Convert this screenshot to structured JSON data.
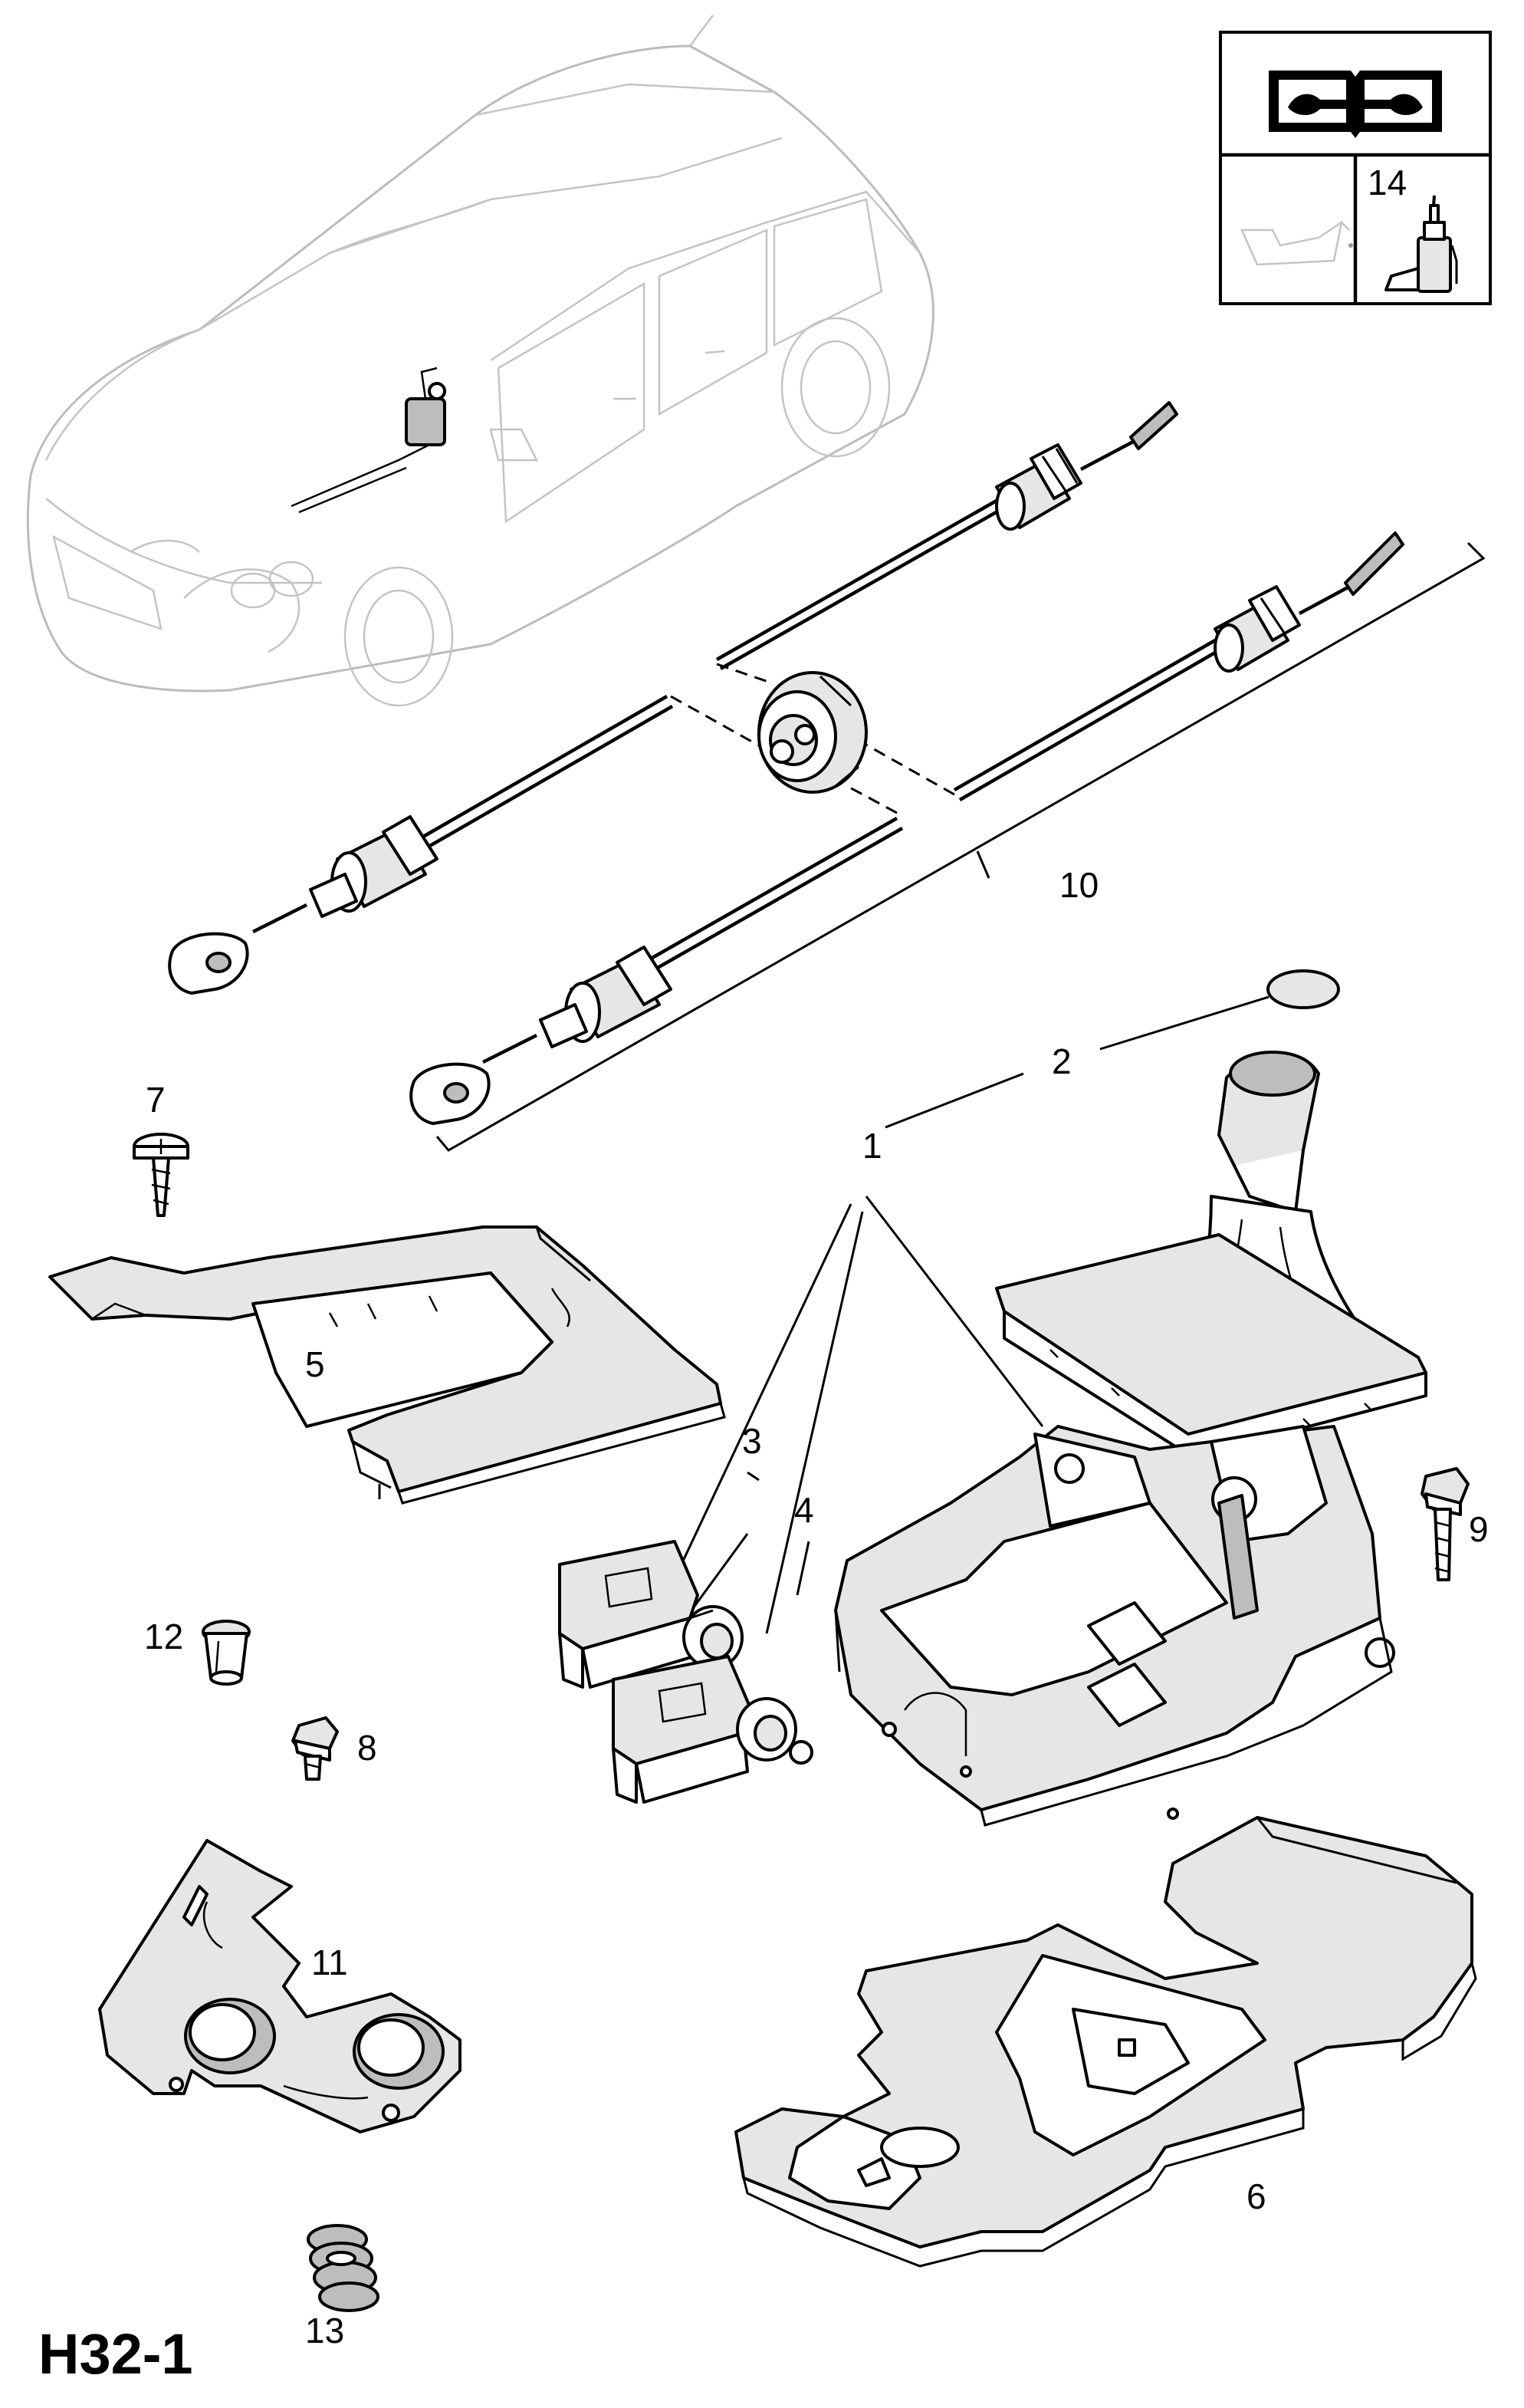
{
  "diagram_code": "H32-1",
  "callouts": {
    "c1": "1",
    "c2": "2",
    "c3": "3",
    "c4": "4",
    "c5": "5",
    "c6": "6",
    "c7": "7",
    "c8": "8",
    "c9": "9",
    "c10": "10",
    "c11": "11",
    "c12": "12",
    "c13": "13",
    "c14": "14"
  },
  "icons": [
    "manual-wrench-icon",
    "oil-can-icon",
    "sealant-bottle-icon"
  ],
  "colors": {
    "line": "#000000",
    "vehicle_outline": "#bcbcbc",
    "background": "#ffffff"
  }
}
